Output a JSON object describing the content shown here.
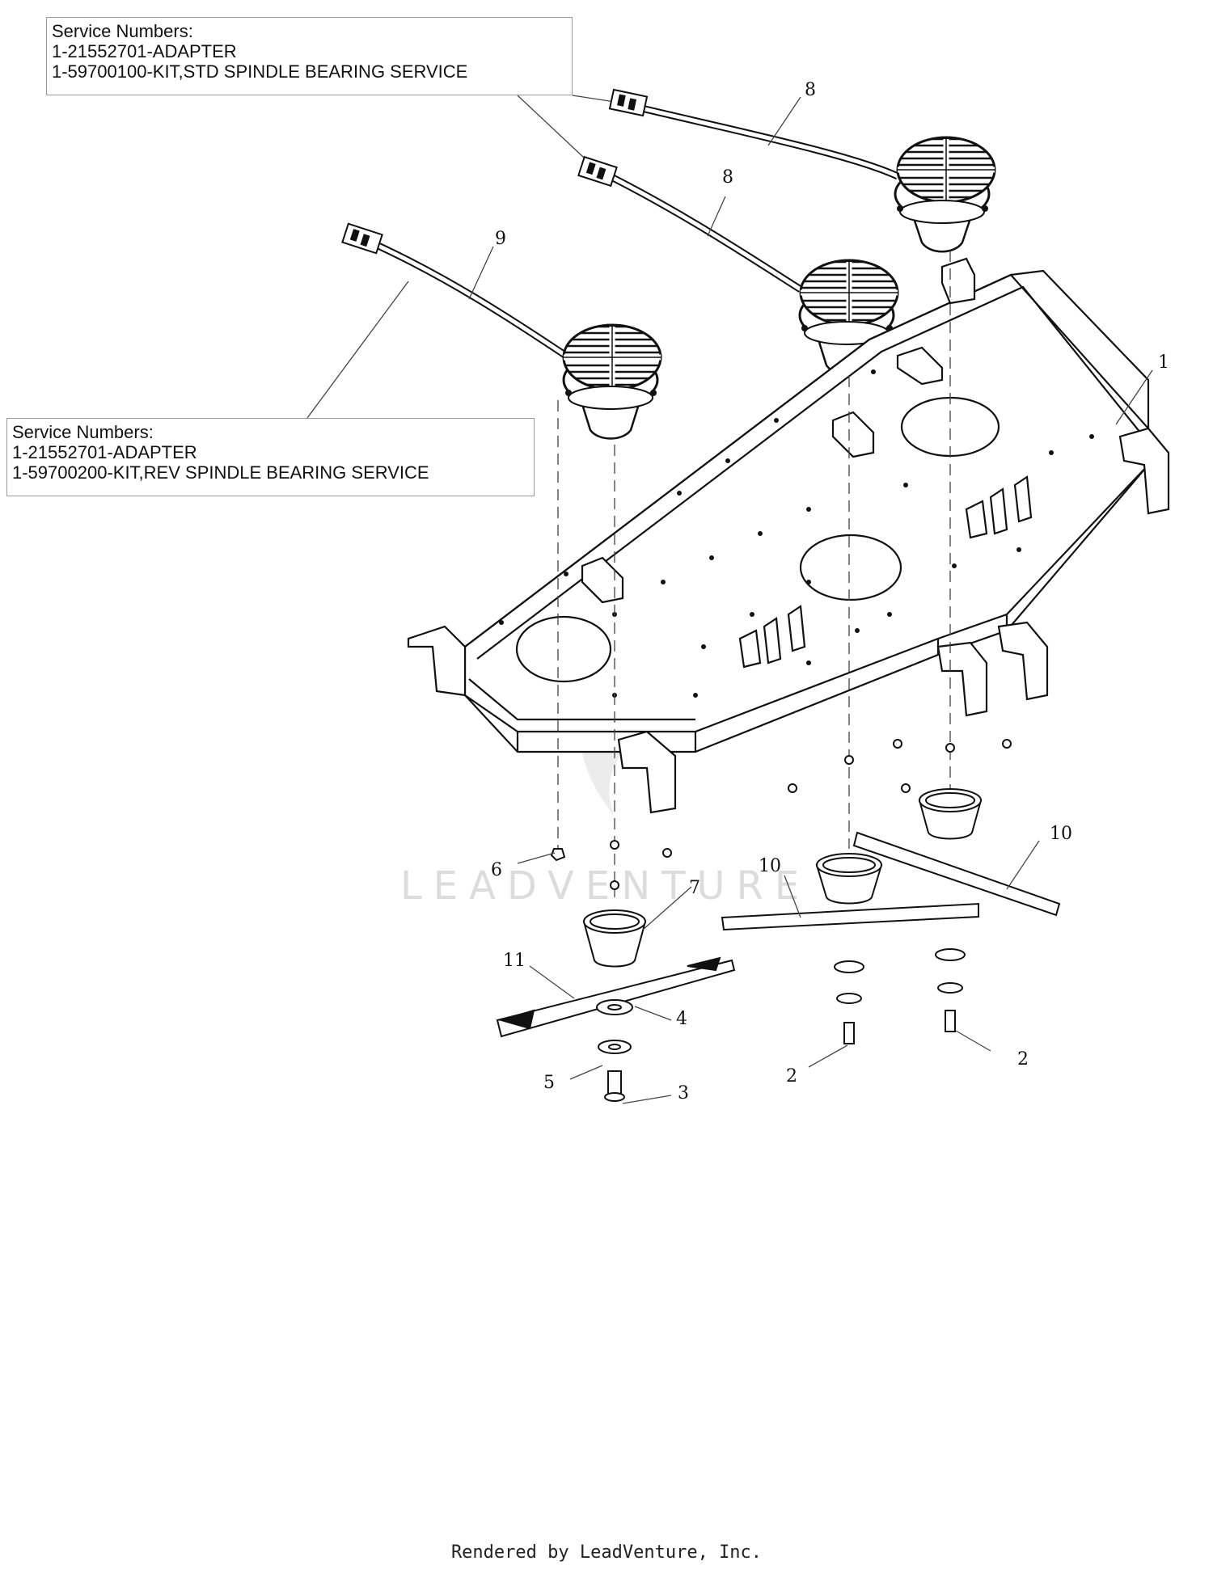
{
  "service_boxes": {
    "std": {
      "heading": "Service Numbers:",
      "lines": [
        "1-21552701-ADAPTER",
        "1-59700100-KIT,STD SPINDLE BEARING SERVICE"
      ]
    },
    "rev": {
      "heading": "Service Numbers:",
      "lines": [
        "1-21552701-ADAPTER",
        "1-59700200-KIT,REV SPINDLE BEARING SERVICE"
      ]
    }
  },
  "callouts": {
    "deck": "1",
    "bolt_right": "2",
    "bolt_center": "2",
    "bolt_left": "3",
    "washer_top": "4",
    "washer_bottom": "5",
    "nut": "6",
    "hub_cup": "7",
    "spindle_right": "8",
    "spindle_center": "8",
    "spindle_left": "9",
    "blade_right": "10",
    "blade_center": "10",
    "blade_left": "11"
  },
  "watermark": "LEADVENTURE",
  "footer": "Rendered by LeadVenture, Inc."
}
